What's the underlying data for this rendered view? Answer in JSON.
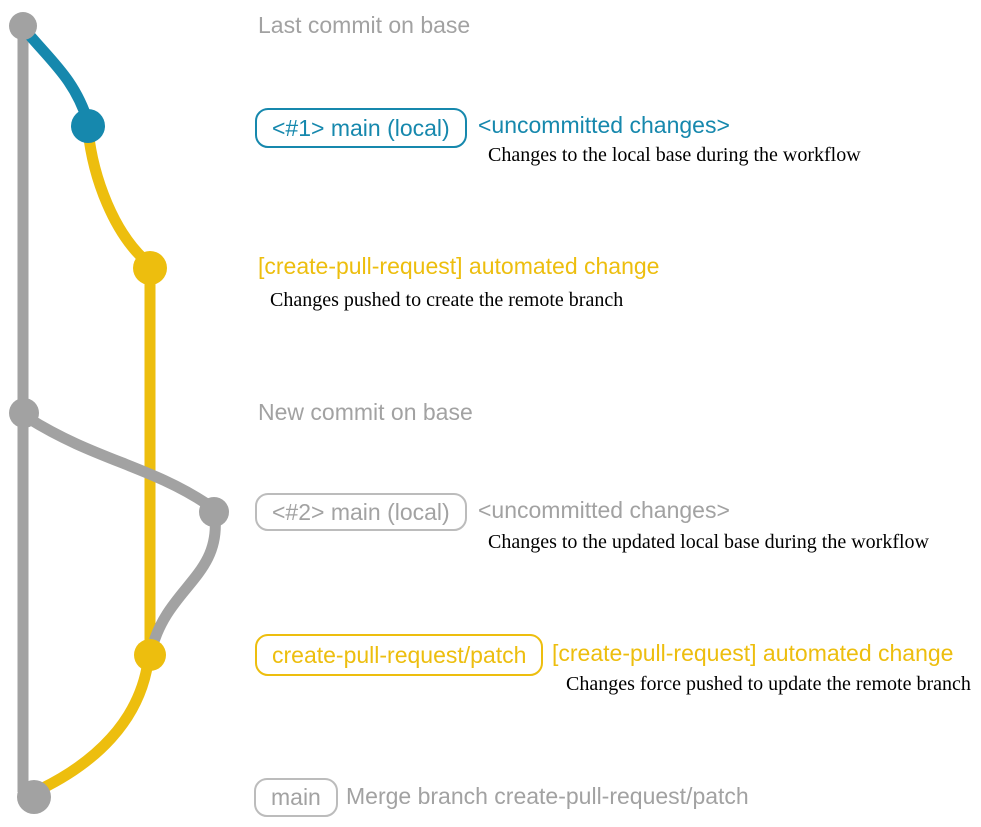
{
  "colors": {
    "gray": "#a2a2a2",
    "blue": "#1688ad",
    "yellow": "#edbe0e",
    "annotation_text": "#000000",
    "background": "#ffffff"
  },
  "captions": {
    "last_commit_on_base": "Last commit on base",
    "new_commit_on_base": "New commit on base"
  },
  "rows": {
    "row1": {
      "badge": "<#1> main (local)",
      "message": "<uncommitted changes>",
      "annotation": "Changes to the local base during the workflow"
    },
    "row2": {
      "message": "[create-pull-request] automated change",
      "annotation": "Changes pushed to create the remote branch"
    },
    "row3": {
      "badge": "<#2> main (local)",
      "message": "<uncommitted changes>",
      "annotation": "Changes to the updated local base during the workflow"
    },
    "row4": {
      "badge": "create-pull-request/patch",
      "message": "[create-pull-request] automated change",
      "annotation": "Changes force pushed to update the remote branch"
    },
    "row5": {
      "badge": "main",
      "message": "Merge branch create-pull-request/patch"
    }
  },
  "graph": {
    "branches": [
      {
        "name": "base",
        "color": "#a2a2a2"
      },
      {
        "name": "main (local)",
        "color": "#1688ad"
      },
      {
        "name": "create-pull-request/patch",
        "color": "#edbe0e"
      }
    ],
    "commits": [
      {
        "id": "base-1",
        "branch": "base",
        "description": "Last commit on base"
      },
      {
        "id": "main-local-1",
        "branch": "main (local)",
        "description": "<#1> main (local) <uncommitted changes>"
      },
      {
        "id": "patch-1",
        "branch": "create-pull-request/patch",
        "description": "[create-pull-request] automated change"
      },
      {
        "id": "base-2",
        "branch": "base",
        "description": "New commit on base"
      },
      {
        "id": "main-local-2",
        "branch": "main (local)",
        "description": "<#2> main (local) <uncommitted changes>"
      },
      {
        "id": "patch-2",
        "branch": "create-pull-request/patch",
        "description": "[create-pull-request] automated change"
      },
      {
        "id": "merge-commit",
        "branch": "base",
        "description": "Merge branch create-pull-request/patch"
      }
    ]
  }
}
